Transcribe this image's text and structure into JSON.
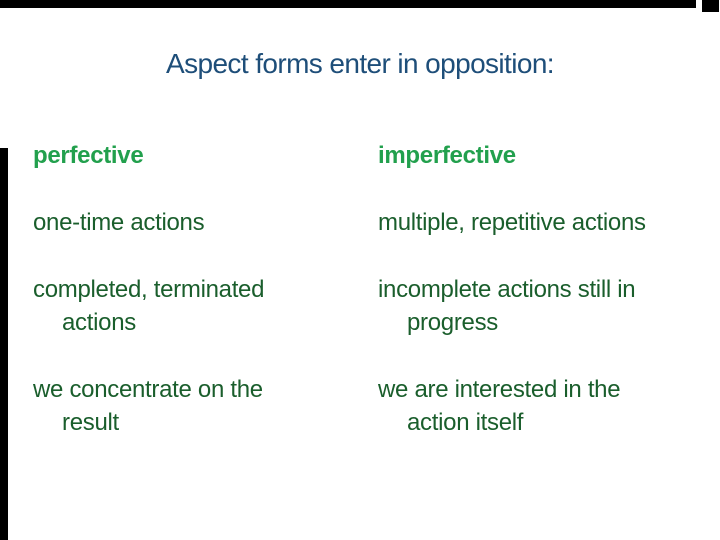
{
  "slide": {
    "title": "Aspect forms enter in opposition:",
    "columns": [
      {
        "header": "perfective",
        "items": [
          "one-time actions",
          "completed, terminated\nactions",
          "we concentrate on the\nresult"
        ]
      },
      {
        "header": "imperfective",
        "items": [
          "multiple, repetitive actions",
          "incomplete actions still in\nprogress",
          "we are interested in the\naction itself"
        ]
      }
    ],
    "colors": {
      "title_blue": "#1e4e79",
      "header_green": "#22a04d",
      "body_green": "#1a5e2c",
      "border_black": "#000000",
      "background": "#ffffff"
    }
  }
}
